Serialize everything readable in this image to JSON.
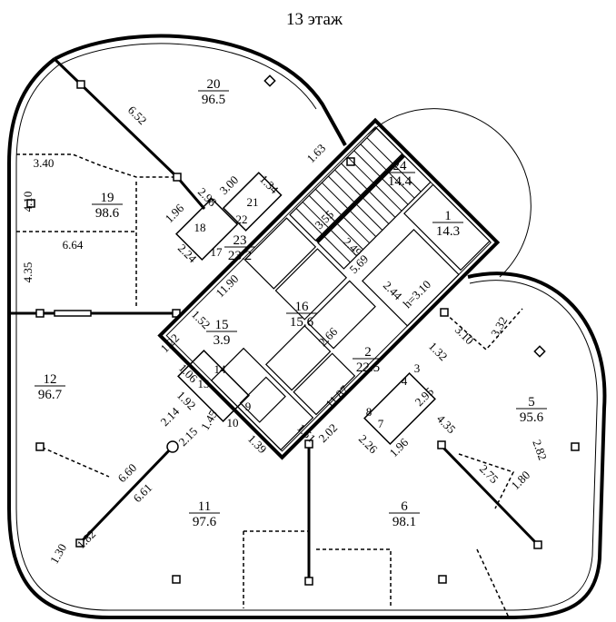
{
  "title": "13 этаж",
  "rooms": [
    {
      "no": "20",
      "area": "96.5"
    },
    {
      "no": "19",
      "area": "98.6"
    },
    {
      "no": "24",
      "area": "14.4"
    },
    {
      "no": "1",
      "area": "14.3"
    },
    {
      "no": "23",
      "area": "23.2"
    },
    {
      "no": "16",
      "area": "15.6"
    },
    {
      "no": "15",
      "area": "3.9"
    },
    {
      "no": "2",
      "area": "22.5"
    },
    {
      "no": "5",
      "area": "95.6"
    },
    {
      "no": "6",
      "area": "98.1"
    },
    {
      "no": "11",
      "area": "97.6"
    },
    {
      "no": "12",
      "area": "96.7"
    }
  ],
  "small_rooms": [
    "21",
    "22",
    "18",
    "17",
    "14",
    "13",
    "9",
    "10",
    "3",
    "4",
    "8",
    "7"
  ],
  "dimensions": [
    "6.52",
    "3.40",
    "4.10",
    "6.64",
    "4.35",
    "1.96",
    "2.98",
    "3.00",
    "1.34",
    "1.63",
    "2.24",
    "3.55",
    "2.49",
    "5.69",
    "2.44",
    "h=3.10",
    "11.90",
    "1.52",
    "1.22",
    "1.06",
    "1.92",
    "2.14",
    "2.15",
    "1.45",
    "1.39",
    "1.51",
    "2.66",
    "11.87",
    "2.02",
    "2.26",
    "1.96",
    "4.35",
    "2.95",
    "1.32",
    "3.10",
    "3.32",
    "2.82",
    "2.75",
    "1.80",
    "6.60",
    "6.61",
    "1.82",
    "1.30"
  ]
}
